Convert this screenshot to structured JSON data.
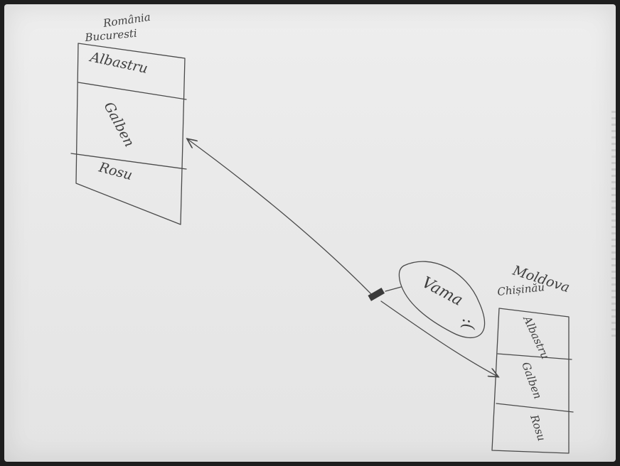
{
  "left_table": {
    "title_line1": "România",
    "title_line2": "Bucuresti",
    "rows": [
      "Albastru",
      "Galben",
      "Rosu"
    ]
  },
  "right_table": {
    "title_line1": "Moldova",
    "title_line2": "Chișinău",
    "rows": [
      "Albastru",
      "Galben",
      "Rosu"
    ]
  },
  "customs_bubble": {
    "label": "Vama",
    "face": ":("
  },
  "colors": {
    "ink": "#4a4a4a",
    "paper": "#eaeaea"
  }
}
